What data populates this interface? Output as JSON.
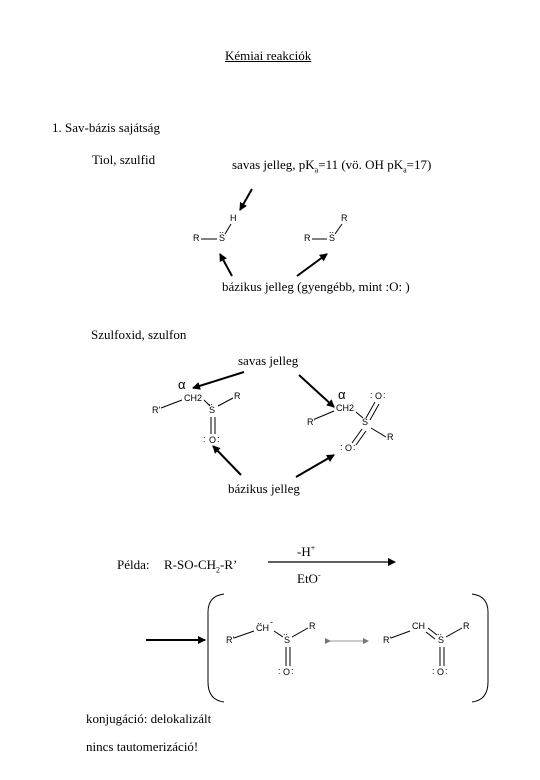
{
  "title": "Kémiai reakciók",
  "section1": {
    "heading": "1. Sav-bázis sajátság",
    "thiol_label": "Tiol, szulfid",
    "acid_note": {
      "pre": "savas jelleg, pK",
      "sub": "a",
      "mid": "=11 (vö. OH pK",
      "sub2": "a",
      "post": "=17)"
    },
    "base_note": "bázikus jelleg (gyengébb, mint :O: )",
    "struct": {
      "R": "R",
      "S": "S",
      "H": "H",
      "dots": "..",
      "CH2": "CH2",
      "O": "O",
      "colon": ":",
      "Rp": "R'",
      "alpha": "α"
    }
  },
  "section2": {
    "heading": "Szulfoxid, szulfon",
    "acid": "savas jelleg",
    "base": "bázikus jelleg"
  },
  "example": {
    "label": "Példa:",
    "formula": {
      "pre": "R-SO-CH",
      "sub": "2",
      "post": "-R’"
    },
    "reagent_top": {
      "pre": "-H",
      "sup": "+"
    },
    "reagent_bottom": {
      "pre": "EtO",
      "sup": "-"
    },
    "CH": "CH",
    "minus": "-",
    "note1": "konjugáció: delokalizált",
    "note2": "nincs tautomerizáció!"
  }
}
